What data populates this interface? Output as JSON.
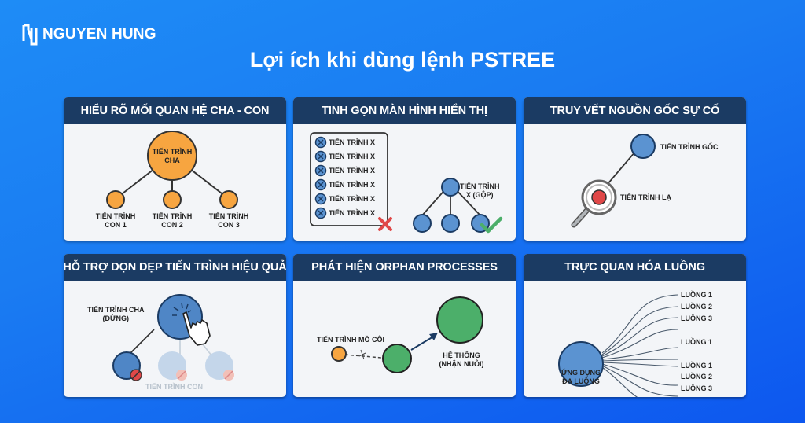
{
  "brand": {
    "name": "NGUYEN HUNG",
    "logo_icon": "nh-logo-icon"
  },
  "title": "Lợi ích khi dùng lệnh PSTREE",
  "colors": {
    "background": "#1a7cf2",
    "card_header": "#1b3b63",
    "card_body": "#f3f5f8",
    "orange": "#f7a540",
    "blue": "#5b93d1",
    "green": "#4caf6a",
    "red": "#e04848"
  },
  "cards": [
    {
      "title": "HIỂU RÕ MỐI QUAN HỆ CHA - CON",
      "parent_label": [
        "TIẾN TRÌNH",
        "CHA"
      ],
      "children": [
        [
          "TIẾN TRÌNH",
          "CON 1"
        ],
        [
          "TIẾN TRÌNH",
          "CON 2"
        ],
        [
          "TIẾN TRÌNH",
          "CON 3"
        ]
      ]
    },
    {
      "title": "TINH GỌN MÀN HÌNH HIỂN THỊ",
      "list_items": [
        "TIẾN TRÌNH X",
        "TIẾN TRÌNH X",
        "TIẾN TRÌNH X",
        "TIẾN TRÌNH X",
        "TIẾN TRÌNH X",
        "TIẾN TRÌNH X"
      ],
      "merged_label": [
        "TIẾN TRÌNH",
        "X (GỘP)"
      ],
      "bad_icon": "x-mark-icon",
      "good_icon": "check-mark-icon"
    },
    {
      "title": "TRUY VẾT NGUỒN GỐC SỰ CỐ",
      "root_label": "TIẾN TRÌNH GỐC",
      "suspect_label": "TIẾN TRÌNH LẠ",
      "icon": "magnifier-icon"
    },
    {
      "title": "HỖ TRỢ DỌN DẸP TIẾN TRÌNH HIỆU QUẢ",
      "parent_label": [
        "TIẾN TRÌNH CHA",
        "(DỪNG)"
      ],
      "children_label": "TIẾN TRÌNH CON",
      "icon": "hand-pointer-icon"
    },
    {
      "title": "PHÁT HIỆN ORPHAN PROCESSES",
      "orphan_label": "TIẾN TRÌNH MỒ CÔI",
      "system_label": [
        "HỆ THỐNG",
        "(NHẬN NUÔI)"
      ]
    },
    {
      "title": "TRỰC QUAN HÓA LUỒNG",
      "app_label": [
        "ỨNG DỤNG",
        "ĐA LUỒNG"
      ],
      "threads": [
        "LUỒNG 1",
        "LUỒNG 2",
        "LUỒNG 3",
        "LUỒNG 1",
        "LUỒNG 1",
        "LUỒNG 2",
        "LUỒNG 3"
      ]
    }
  ]
}
